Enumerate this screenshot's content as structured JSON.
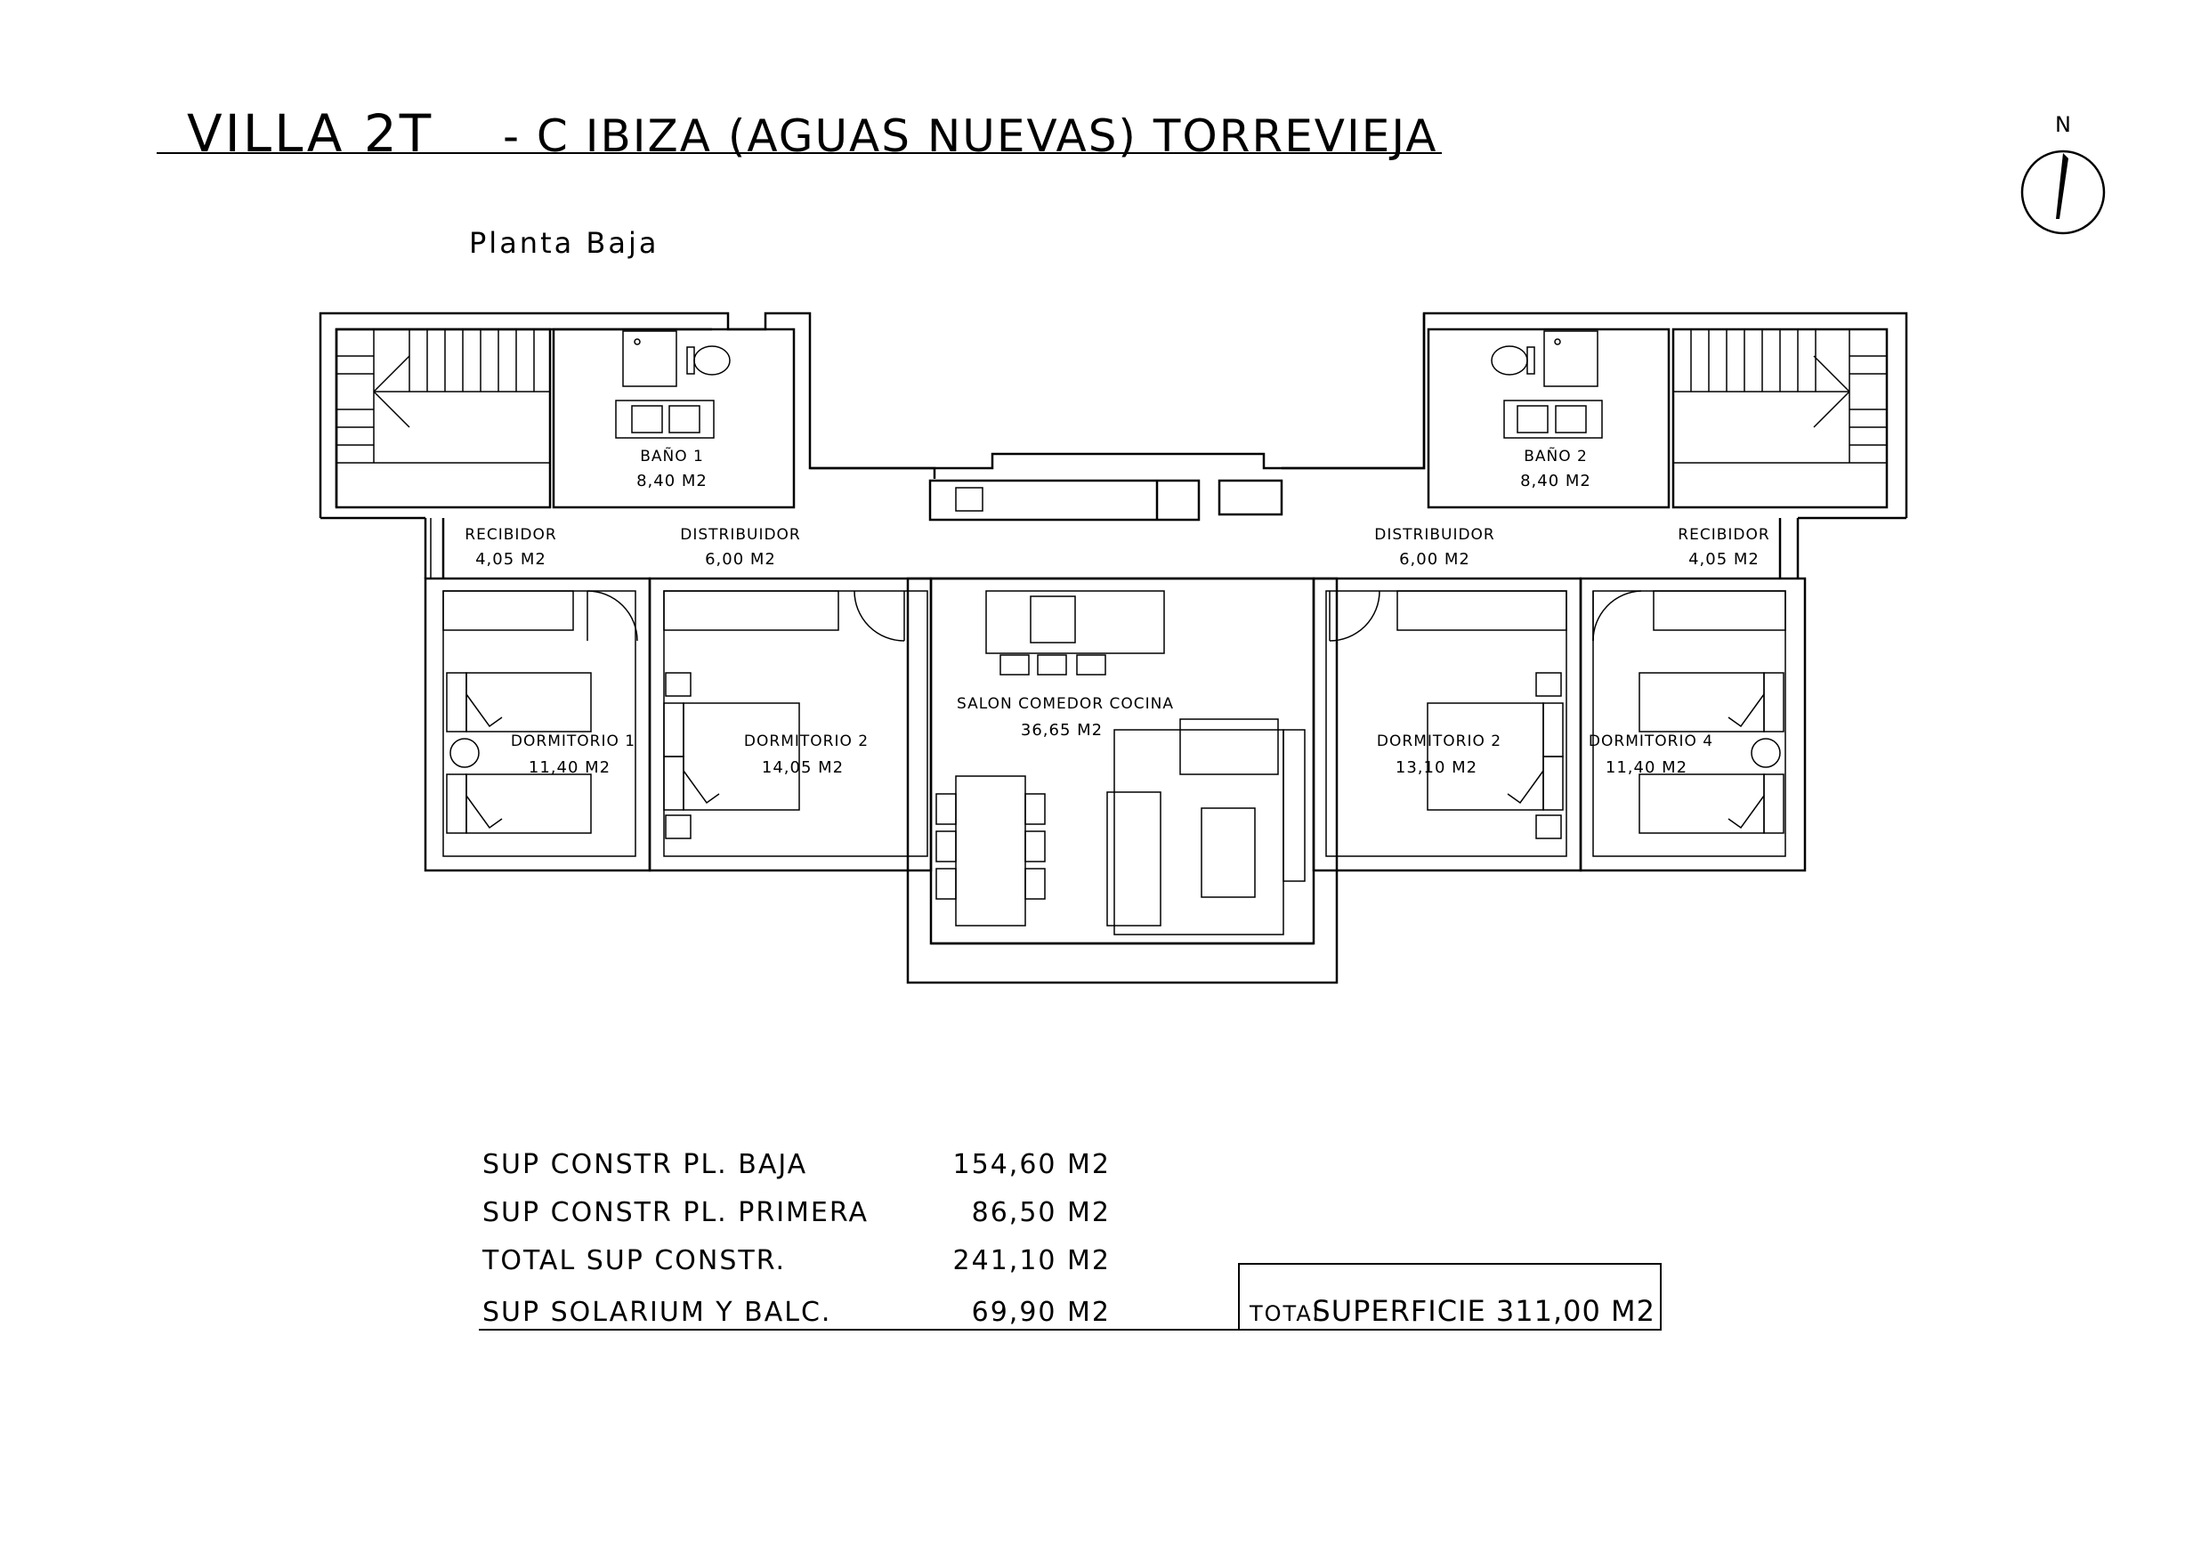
{
  "header": {
    "title": "VILLA 2T",
    "title_location": "- C IBIZA (AGUAS NUEVAS) TORREVIEJA",
    "north_label": "N"
  },
  "plan": {
    "floor_label": "Planta Baja",
    "rooms": {
      "bano1": {
        "name": "BAÑO 1",
        "area": "8,40 M2"
      },
      "bano2": {
        "name": "BAÑO 2",
        "area": "8,40 M2"
      },
      "recibidor_left": {
        "name": "RECIBIDOR",
        "area": "4,05 M2"
      },
      "distribuidor_left": {
        "name": "DISTRIBUIDOR",
        "area": "6,00 M2"
      },
      "distribuidor_right": {
        "name": "DISTRIBUIDOR",
        "area": "6,00 M2"
      },
      "recibidor_right": {
        "name": "RECIBIDOR",
        "area": "4,05 M2"
      },
      "dormitorio1": {
        "name": "DORMITORIO 1",
        "area": "11,40 M2"
      },
      "dormitorio2_left": {
        "name": "DORMITORIO 2",
        "area": "14,05 M2"
      },
      "salon": {
        "name": "SALON COMEDOR COCINA",
        "area": "36,65 M2"
      },
      "dormitorio2_right": {
        "name": "DORMITORIO 2",
        "area": "13,10 M2"
      },
      "dormitorio4": {
        "name": "DORMITORIO 4",
        "area": "11,40 M2"
      }
    }
  },
  "surfaces": {
    "rows": [
      {
        "label": "SUP CONSTR PL. BAJA",
        "value": "154,60 M2"
      },
      {
        "label": "SUP CONSTR PL. PRIMERA",
        "value": "86,50 M2"
      },
      {
        "label": "TOTAL SUP CONSTR.",
        "value": "241,10 M2"
      },
      {
        "label": "SUP SOLARIUM Y BALC.",
        "value": "69,90 M2"
      }
    ],
    "total_prefix": "TOTAL",
    "total_label": "SUPERFICIE 311,00 M2"
  }
}
